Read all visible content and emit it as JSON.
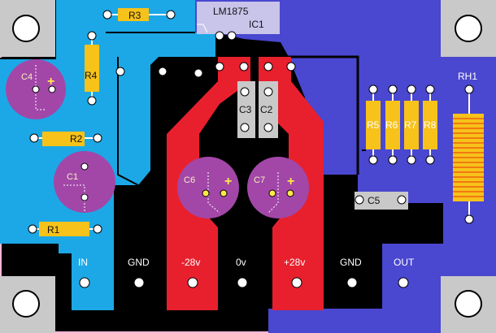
{
  "colors": {
    "board_edge": "#f5b8d8",
    "background": "#000000",
    "trace_cyan": "#1ca8e6",
    "trace_blue": "#4a47d0",
    "trace_red": "#e8202e",
    "component_yellow": "#f7c21a",
    "capacitor_purple": "#a247a8",
    "ic_lavender": "#c8c4ea",
    "mounting_hole_gray": "#c9c9c9",
    "silkscreen": "#ffffff",
    "inductor_orange": "#f07a10"
  },
  "components": {
    "r1": "R1",
    "r2": "R2",
    "r3": "R3",
    "r4": "R4",
    "r5": "R5",
    "r6": "R6",
    "r7": "R7",
    "r8": "R8",
    "c1": "C1",
    "c2": "C2",
    "c3": "C3",
    "c4": "C4",
    "c5": "C5",
    "c6": "C6",
    "c7": "C7",
    "ic_part": "LM1875",
    "ic_ref": "IC1",
    "rh1": "RH1"
  },
  "polarity_mark": "+",
  "terminals": [
    "IN",
    "GND",
    "-28v",
    "0v",
    "+28v",
    "GND",
    "OUT"
  ]
}
